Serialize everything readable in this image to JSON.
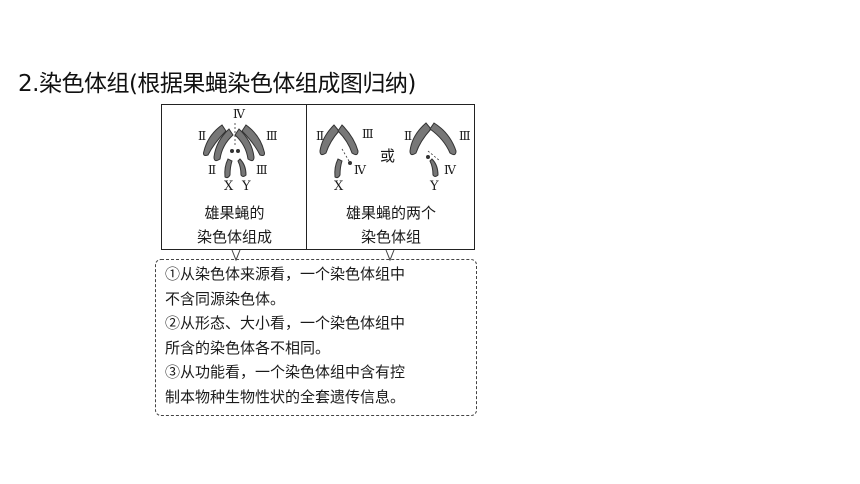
{
  "title": "2.染色体组(根据果蝇染色体组成图归纳)",
  "left_panel": {
    "caption_line1": "雄果蝇的",
    "caption_line2": "染色体组成",
    "labels": {
      "iv": "Ⅳ",
      "ii_top": "Ⅱ",
      "iii_top": "Ⅲ",
      "ii_bottom": "Ⅱ",
      "iii_bottom": "Ⅲ",
      "x": "X",
      "y": "Y"
    }
  },
  "right_panel": {
    "caption_line1": "雄果蝇的两个",
    "caption_line2": "染色体组",
    "or_text": "或",
    "labels_a": {
      "ii": "Ⅱ",
      "iii": "Ⅲ",
      "iv": "Ⅳ",
      "x": "X"
    },
    "labels_b": {
      "ii": "Ⅱ",
      "iii": "Ⅲ",
      "iv": "Ⅳ",
      "y": "Y"
    }
  },
  "notes": [
    "①从染色体来源看，一个染色体组中",
    "不含同源染色体。",
    "②从形态、大小看，一个染色体组中",
    "所含的染色体各不相同。",
    "③从功能看，一个染色体组中含有控",
    "制本物种生物性状的全套遗传信息。"
  ]
}
